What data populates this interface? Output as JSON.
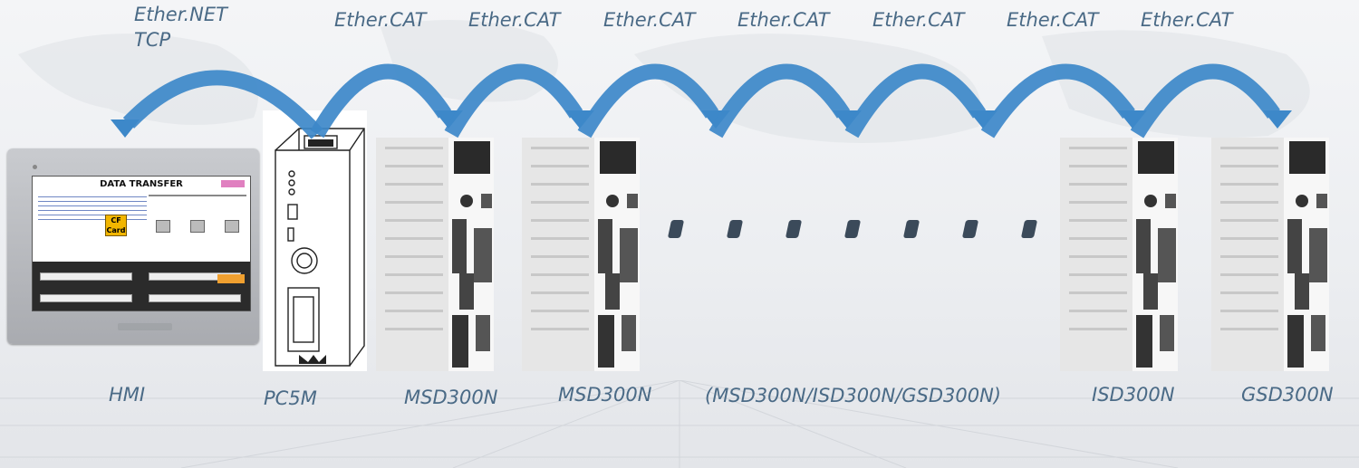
{
  "protocols": {
    "hmi_link_line1": "Ether.NET",
    "hmi_link_line2": "TCP",
    "ethercat_labels": [
      "Ether.CAT",
      "Ether.CAT",
      "Ether.CAT",
      "Ether.CAT",
      "Ether.CAT",
      "Ether.CAT",
      "Ether.CAT"
    ]
  },
  "devices": {
    "hmi": "HMI",
    "controller": "PC5M",
    "drive_1": "MSD300N",
    "drive_2": "MSD300N",
    "drive_optional": "(MSD300N/ISD300N/GSD300N)",
    "drive_isd": "ISD300N",
    "drive_gsd": "GSD300N"
  },
  "hmi_screen": {
    "title": "DATA TRANSFER",
    "cf_label": "CF Card"
  },
  "colors": {
    "arrow": "#3d88c9",
    "label": "#4a6a86",
    "dots": "#3b4a5a"
  },
  "icons": {
    "arrow": "curved-arrow-icon",
    "ellipsis": "ellipsis-dots-icon"
  }
}
